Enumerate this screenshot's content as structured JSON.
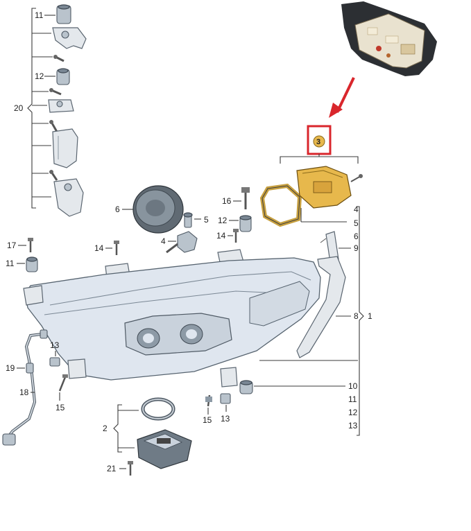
{
  "highlight_color": "#d9262c",
  "badge_color": "#e7b84c",
  "labels": {
    "l11a": "11",
    "l12a": "12",
    "l20": "20",
    "l6": "6",
    "l5": "5",
    "l4": "4",
    "l16": "16",
    "l12b": "12",
    "l14a": "14",
    "l14b": "14",
    "l17": "17",
    "l11b": "11",
    "l13a": "13",
    "l19": "19",
    "l18": "18",
    "l15a": "15",
    "l2": "2",
    "l21": "21",
    "l15b": "15",
    "l13b": "13",
    "r4": "4",
    "r5": "5",
    "r6": "6",
    "r9": "9",
    "r8": "8",
    "r1": "1",
    "r10": "10",
    "r11": "11",
    "r12": "12",
    "r13": "13",
    "badge3": "3"
  }
}
